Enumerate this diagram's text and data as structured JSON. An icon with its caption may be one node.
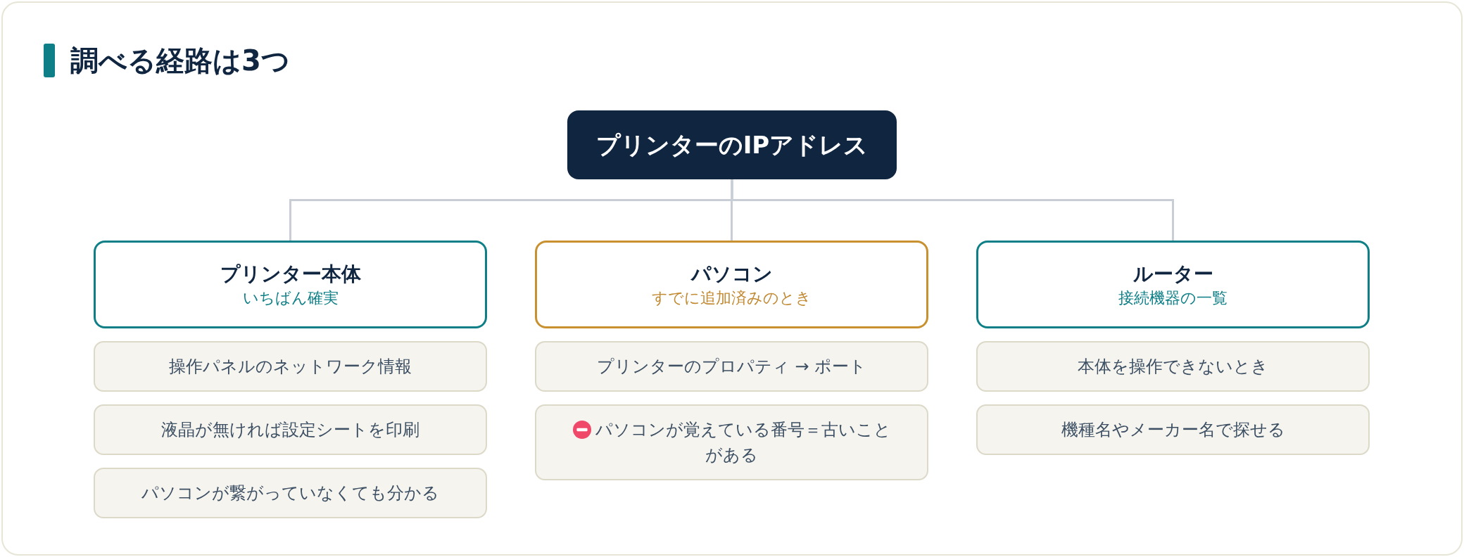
{
  "diagram": {
    "title": "調べる経路は3つ",
    "nodes": [
      {
        "text": [
          "プリンターのIPアドレス"
        ]
      },
      {
        "text": [
          "プリンター本体",
          "いちばん確実"
        ]
      },
      {
        "text": [
          "パソコン",
          "すでに追加済みのとき"
        ]
      },
      {
        "text": [
          "ルーター",
          "接続機器の一覧"
        ]
      },
      {
        "text": [
          "操作パネルのネットワーク情報"
        ]
      },
      {
        "text": [
          "液晶が無ければ設定シートを印刷"
        ]
      },
      {
        "text": [
          "パソコンが繋がっていなくても分かる"
        ]
      },
      {
        "text": [
          "プリンターのプロパティ → ポート"
        ]
      },
      {
        "text": [
          "パソコンが覚えている番号＝古いことがある"
        ]
      },
      {
        "text": [
          "本体を操作できないとき"
        ]
      },
      {
        "text": [
          "機種名やメーカー名で探せる"
        ]
      }
    ],
    "edges": [
      {
        "from": 0,
        "to": 1,
        "arrow": "none"
      },
      {
        "from": 0,
        "to": 2,
        "arrow": "none"
      },
      {
        "from": 0,
        "to": 3,
        "arrow": "none"
      }
    ]
  }
}
